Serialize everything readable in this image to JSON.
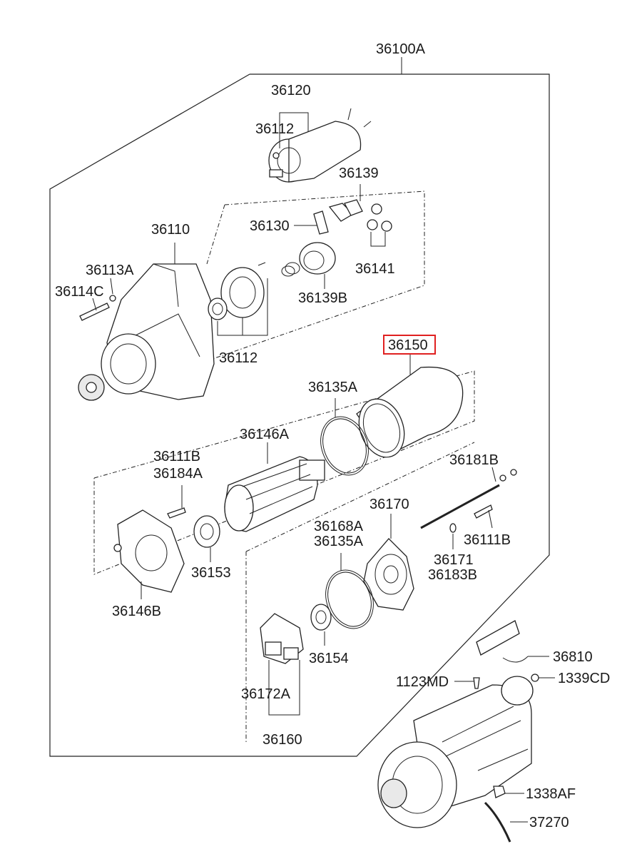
{
  "labels": {
    "assembly": "36100A",
    "solenoid": "36120",
    "solenoid_sub": "36112",
    "brush_plate": "36139",
    "lever": "36130",
    "gears": "36141",
    "drive_housing": "36110",
    "washer_a": "36113A",
    "bolt_c": "36114C",
    "pinion": "36139B",
    "bearing_set": "36112",
    "yoke": "36150",
    "oring_a": "36135A",
    "armature": "36146A",
    "screw_b": "36111B",
    "screw_a": "36184A",
    "rear_cover": "36146B",
    "bearing_153": "36153",
    "thru_bolt": "36181B",
    "end_frame": "36170",
    "seal_168": "36168A",
    "seal_135": "36135A",
    "screw_111": "36111B",
    "washer_171": "36171",
    "washer_183": "36183B",
    "bearing_154": "36154",
    "brush_holder": "36172A",
    "holder_assy": "36160",
    "bracket": "36810",
    "bolt_md": "1123MD",
    "nut_cd": "1339CD",
    "nut_af": "1338AF",
    "cable": "37270"
  },
  "highlight": {
    "part": "36150",
    "color": "#e02020"
  }
}
